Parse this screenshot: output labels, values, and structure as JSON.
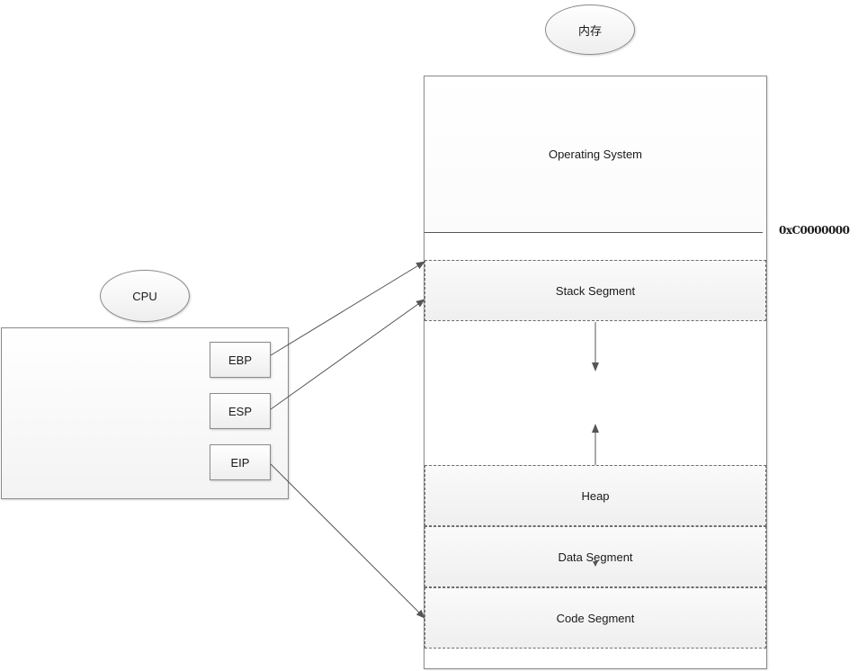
{
  "memory": {
    "title": "内存",
    "os_label": "Operating System",
    "address_label": "0xC0000000",
    "segments": {
      "stack": "Stack Segment",
      "heap": "Heap",
      "data": "Data Segment",
      "code": "Code Segment"
    }
  },
  "cpu": {
    "title": "CPU",
    "registers": {
      "ebp": "EBP",
      "esp": "ESP",
      "eip": "EIP"
    }
  },
  "colors": {
    "border": "#8a8a8a",
    "line": "#555555",
    "dashed": "#6b6b6b"
  }
}
